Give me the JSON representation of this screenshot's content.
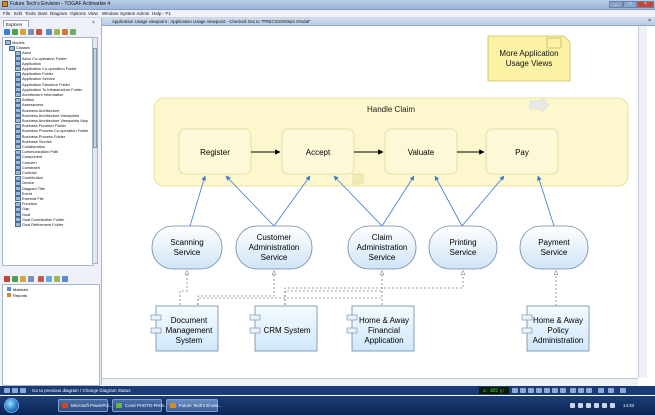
{
  "app": {
    "title": "Future Tech's Envision - TOGAF Actimarkie 4",
    "menu": [
      "File",
      "Edit",
      "Tools",
      "Bars",
      "Diagram",
      "Options",
      "View",
      "Window",
      "System Admin",
      "Help - F1"
    ]
  },
  "explorer": {
    "tab_label": "Explorer",
    "close_glyph": "×",
    "tree": [
      "Models",
      "Classes",
      "Actor",
      "Actor Co-operation Folder",
      "Application",
      "Application Co-operation Folder",
      "Application Folder",
      "Application Service",
      "Application Structure Folder",
      "Application To Infrastructure Folder",
      "Architecture Information",
      "Artifact",
      "Assessment",
      "Business Architecture",
      "Business Architecture Viewpoints",
      "Business Architecture Viewpoints Map",
      "Business Function Folder",
      "Business Process Co-operation Folder",
      "Business Process Folder",
      "Business Service",
      "Collaboration",
      "Communication Path",
      "Component",
      "Concern",
      "Constraint",
      "Contract",
      "Contribution",
      "Device",
      "Diagram Title",
      "Event",
      "External File",
      "Function",
      "Gap",
      "Goal",
      "Goal Contribution Folder",
      "Goal Refinement Folder"
    ],
    "lower_items": [
      "Matrices",
      "Reports"
    ]
  },
  "document": {
    "title": "Application Usage viewpoint : Application Usage viewpoint - Checked Out to \"PRECISION\\Iain Orsdal\"",
    "close_glyph": "×"
  },
  "diagram": {
    "note": "More Application\nUsage Views",
    "container": "Handle Claim",
    "processes": [
      "Register",
      "Accept",
      "Valuate",
      "Pay"
    ],
    "services": [
      "Scanning\nService",
      "Customer\nAdministration\nService",
      "Claim\nAdministration\nService",
      "Printing\nService",
      "Payment\nService"
    ],
    "components": [
      "Document\nManagement\nSystem",
      "CRM System",
      "Home & Away\nFinancial\nApplication",
      "Home & Away\nPolicy\nAdministration"
    ],
    "colors": {
      "container_fill": "#fcf7cc",
      "container_border": "#ead98a",
      "service_fill": "#dceefb",
      "service_border": "#6f86a8",
      "component_fill": "#ddf0fd",
      "note_fill": "#fbf2a3",
      "arrow_blue": "#3a7bd5"
    }
  },
  "status": {
    "message": "Go to previous diagram / Change Diagram Status",
    "coordinates": "x: 855  y: 236"
  },
  "taskbar": {
    "buttons": [
      "Microsoft PowerPoi...",
      "Corel PHOTO-PAIN...",
      "Future Tech's Envisi..."
    ],
    "clock": "14:33"
  }
}
